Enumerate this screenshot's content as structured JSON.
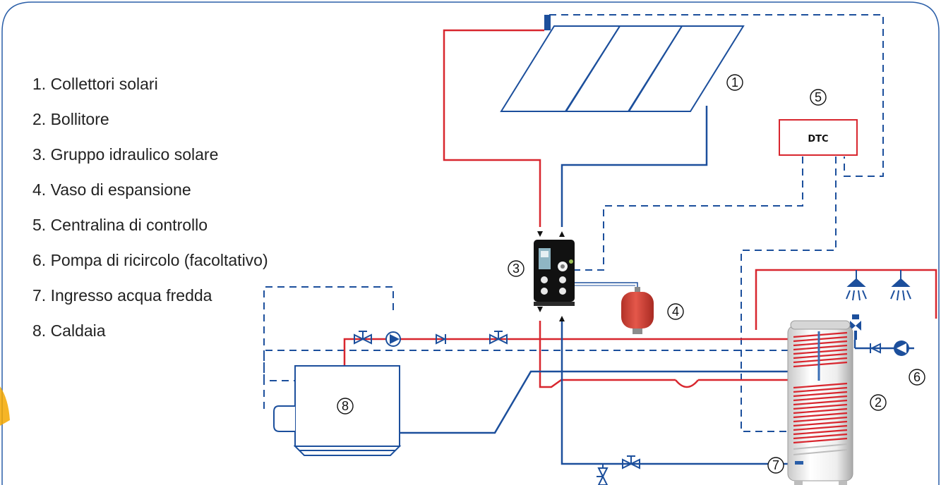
{
  "legend": [
    "1. Collettori solari",
    "2. Bollitore",
    "3. Gruppo idraulico solare",
    "4. Vaso di espansione",
    "5. Centralina di controllo",
    "6. Pompa di ricircolo (facoltativo)",
    "7. Ingresso acqua fredda",
    "8. Caldaia"
  ],
  "components": {
    "collectors": {
      "number": "1"
    },
    "tank": {
      "number": "2"
    },
    "hydraulic_group": {
      "number": "3"
    },
    "expansion_vessel": {
      "number": "4"
    },
    "controller": {
      "number": "5",
      "label": "DTC"
    },
    "recirculation_pump": {
      "number": "6"
    },
    "cold_water_inlet": {
      "number": "7"
    },
    "boiler": {
      "number": "8"
    }
  },
  "colors": {
    "hot": "#d8262e",
    "cold": "#1c4f9c",
    "signal": "#1c4f9c",
    "frame": "#2a5ea8",
    "vessel": "#d8473c",
    "text": "#222222",
    "accent": "#f5a800"
  }
}
